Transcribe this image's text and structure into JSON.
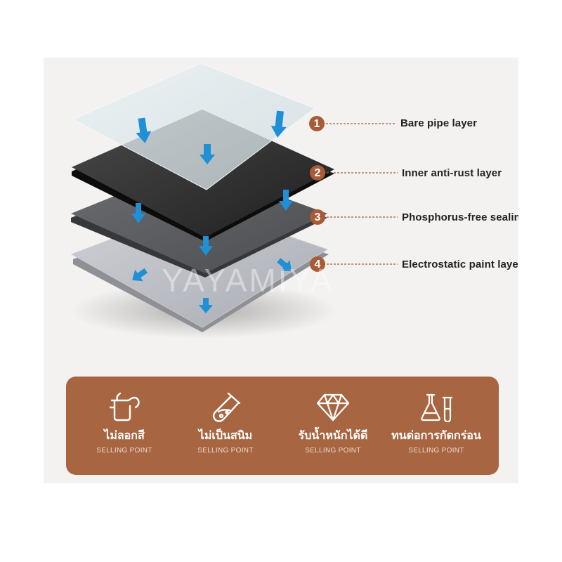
{
  "layers": [
    {
      "number": "1",
      "label": "Bare pipe layer"
    },
    {
      "number": "2",
      "label": "Inner anti-rust layer"
    },
    {
      "number": "3",
      "label": "Phosphorus-free sealing layer"
    },
    {
      "number": "4",
      "label": "Electrostatic paint layer"
    }
  ],
  "watermark": "YAYAMIYA",
  "features": [
    {
      "icon": "paint-can-icon",
      "title": "ไม่ลอกสี",
      "subtitle": "SELLING POINT"
    },
    {
      "icon": "test-tube-icon",
      "title": "ไม่เป็นสนิม",
      "subtitle": "SELLING POINT"
    },
    {
      "icon": "diamond-icon",
      "title": "รับน้ำหนักได้ดี",
      "subtitle": "SELLING POINT"
    },
    {
      "icon": "lab-flask-icon",
      "title": "ทนต่อการกัดกร่อน",
      "subtitle": "SELLING POINT"
    }
  ],
  "colors": {
    "accent": "#a86541",
    "badge": "#a85b36",
    "arrow": "#1f8fd6",
    "layer_glass": "#dce6ea",
    "layer_black": "#2b2b2b",
    "layer_gray": "#555759",
    "layer_light": "#b9bbc1"
  }
}
